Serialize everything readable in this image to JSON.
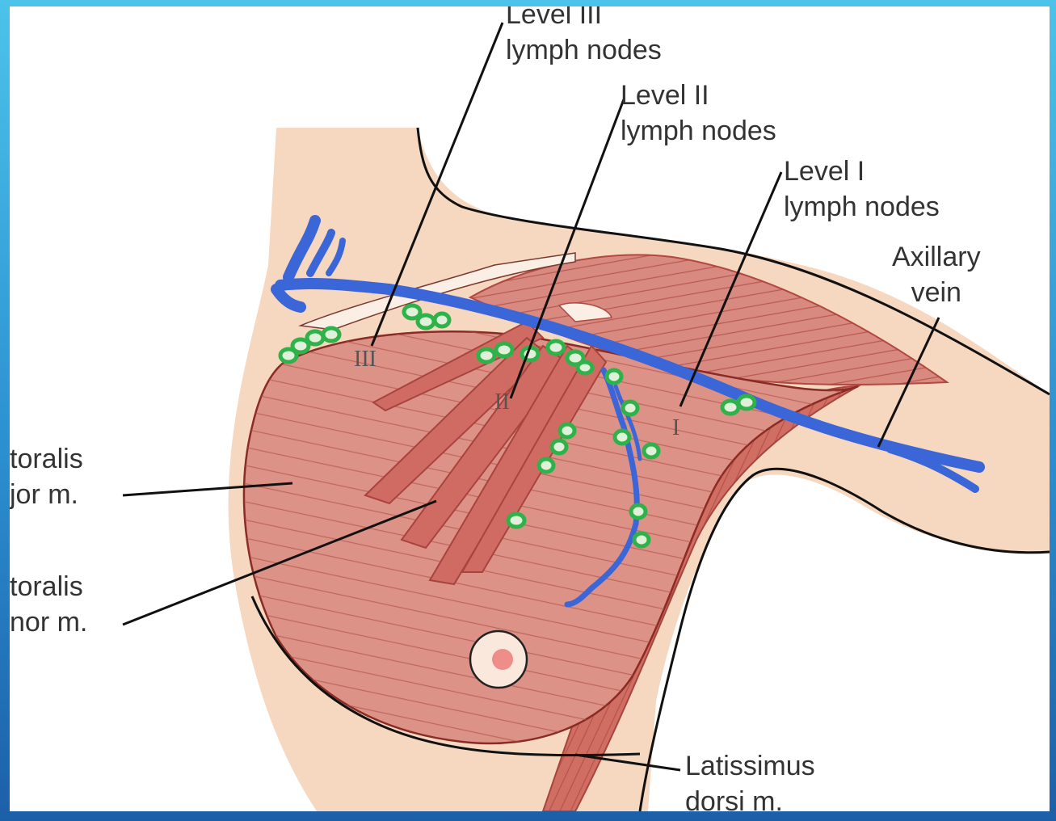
{
  "colors": {
    "border_top": "#4cc3ea",
    "border_bottom": "#1c5fa8",
    "skin": "#f6d7c0",
    "muscle": "#d98a80",
    "muscle_dark": "#c0564f",
    "vein": "#3b66d8",
    "node": "#2fb24a",
    "outline": "#111111"
  },
  "labels": {
    "level3": "Level III\nlymph nodes",
    "level2": "Level II\nlymph nodes",
    "level1": "Level I\nlymph nodes",
    "axillary_vein": "Axillary\nvein",
    "pectoralis_major": "toralis\njor m.",
    "pectoralis_minor": "toralis\nnor m.",
    "latissimus": "Latissimus\ndorsi m."
  },
  "level_markers": {
    "level3": "III",
    "level2": "II",
    "level1": "I"
  }
}
